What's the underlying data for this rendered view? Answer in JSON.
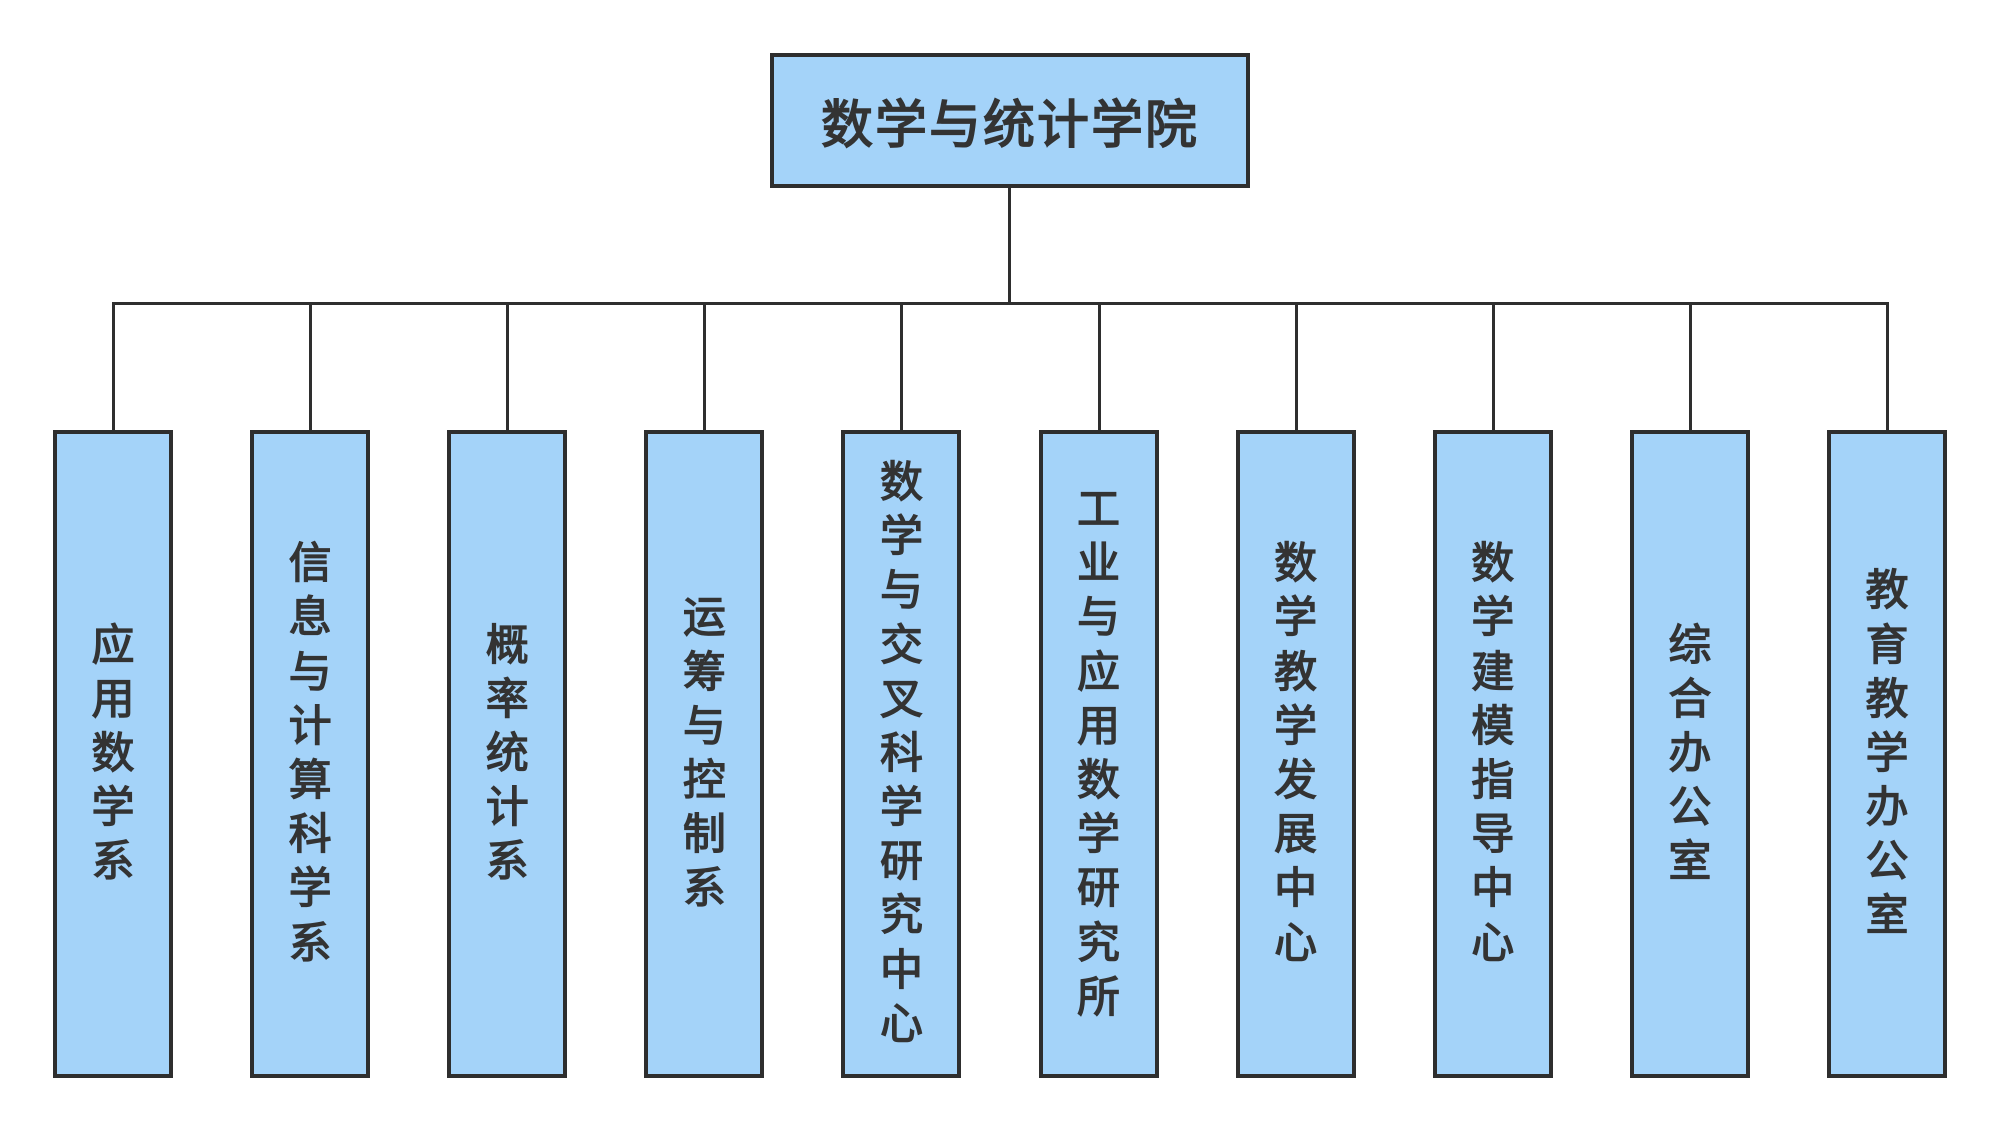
{
  "root": {
    "label": "数学与统计学院"
  },
  "departments": [
    {
      "label": "应用数学系"
    },
    {
      "label": "信息与计算科学系"
    },
    {
      "label": "概率统计系"
    },
    {
      "label": "运筹与控制系"
    },
    {
      "label": "数学与交叉科学研究中心"
    },
    {
      "label": "工业与应用数学研究所"
    },
    {
      "label": "数学教学发展中心"
    },
    {
      "label": "数学建模指导中心"
    },
    {
      "label": "综合办公室"
    },
    {
      "label": "教育教学办公室"
    }
  ],
  "colors": {
    "box_fill": "#a4d3f9",
    "box_border": "#2e2e2e",
    "line": "#2e2e2e",
    "text": "#333333",
    "background": "#ffffff"
  }
}
